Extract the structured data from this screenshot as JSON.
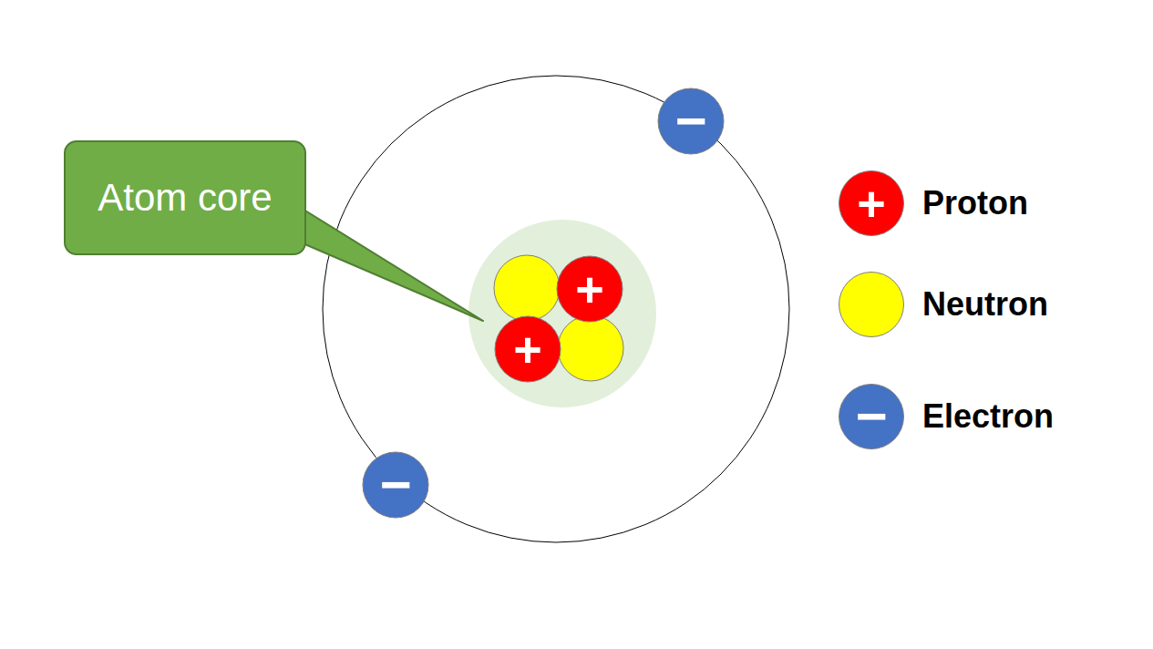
{
  "diagram": {
    "nodes": [
      {
        "text": [
          "−"
        ]
      },
      {
        "text": [
          "Atom core"
        ]
      },
      {
        "text": [
          "+"
        ]
      },
      {
        "text": [
          "+"
        ]
      },
      {
        "text": [
          "−"
        ]
      }
    ],
    "labels": [
      "+",
      "−"
    ],
    "legend": [
      {
        "text": "Proton",
        "color": "#ff0000"
      },
      {
        "text": "Neutron",
        "color": "#ffff00"
      },
      {
        "text": "Electron",
        "color": "#4472c4"
      }
    ]
  }
}
